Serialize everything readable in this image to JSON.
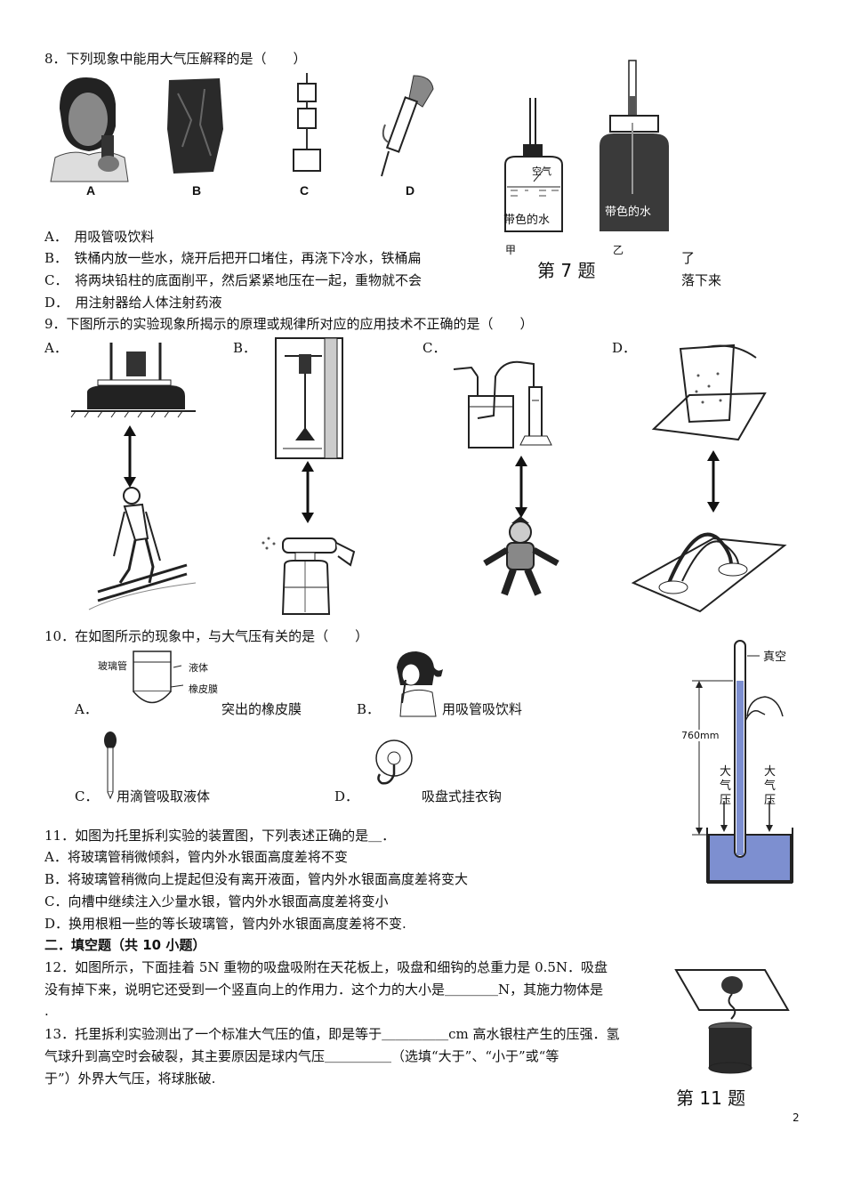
{
  "page_number": "2",
  "q8": {
    "stem": "8．下列现象中能用大气压解释的是（　　）",
    "pic_labels": [
      "A",
      "B",
      "C",
      "D"
    ],
    "options": [
      "A．　用吸管吸饮料",
      "B．　铁桶内放一些水，烧开后把开口堵住，再浇下冷水，铁桶扁",
      "C．　将两块铅柱的底面削平，然后紧紧地压在一起，重物就不会",
      "D．　用注射器给人体注射药液"
    ],
    "continuations": [
      "了",
      "落下来"
    ]
  },
  "fig7": {
    "left_label_air": "空气",
    "left_label_water": "带色的水",
    "right_label_water": "带色的水",
    "label_jia": "甲",
    "label_yi": "乙",
    "caption": "第 7 题"
  },
  "q9": {
    "stem": "9．下图所示的实验现象所揭示的原理或规律所对应的应用技术不正确的是（　　）",
    "option_letters": [
      "A．",
      "B．",
      "C．",
      "D．"
    ]
  },
  "q10": {
    "stem": "10．在如图所示的现象中，与大气压有关的是（　　）",
    "fig_a_labels": [
      "玻璃管",
      "液体",
      "橡皮膜"
    ],
    "a_letter": "A．",
    "a_text": "突出的橡皮膜",
    "b_letter": "B．",
    "b_text": "用吸管吸饮料",
    "c_letter": "C．",
    "c_text": "用滴管吸取液体",
    "d_letter": "D．",
    "d_text": "吸盘式挂衣钩"
  },
  "torricelli": {
    "vacuum": "真空",
    "height": "760mm",
    "atm_left": [
      "大",
      "气",
      "压"
    ],
    "atm_right": [
      "大",
      "气",
      "压"
    ]
  },
  "q11": {
    "stem": "11．如图为托里拆利实验的装置图，下列表述正确的是＿．",
    "options": [
      "A．将玻璃管稍微倾斜，管内外水银面高度差将不变",
      "B．将玻璃管稍微向上提起但没有离开液面，管内外水银面高度差将变大",
      "C．向槽中继续注入少量水银，管内外水银面高度差将变小",
      "D．换用根粗一些的等长玻璃管，管内外水银面高度差将不变."
    ]
  },
  "section2": {
    "title": "二．填空题（共 10 小题）"
  },
  "q12": {
    "line1": "12．如图所示，下面挂着 5N 重物的吸盘吸附在天花板上，吸盘和细钩的总重力是 0.5N．吸盘",
    "line2": "没有掉下来，说明它还受到一个竖直向上的作用力．这个力的大小是＿＿＿＿N，其施力物体是",
    "line3": "."
  },
  "q13": {
    "line1": "13．托里拆利实验测出了一个标准大气压的值，即是等于＿＿＿＿＿cm 高水银柱产生的压强．氢",
    "line2": "气球升到高空时会破裂，其主要原因是球内气压＿＿＿＿＿（选填“大于”、“小于”或“等",
    "line3": "于”）外界大气压，将球胀破."
  },
  "fig11": {
    "caption": "第 11 题"
  }
}
